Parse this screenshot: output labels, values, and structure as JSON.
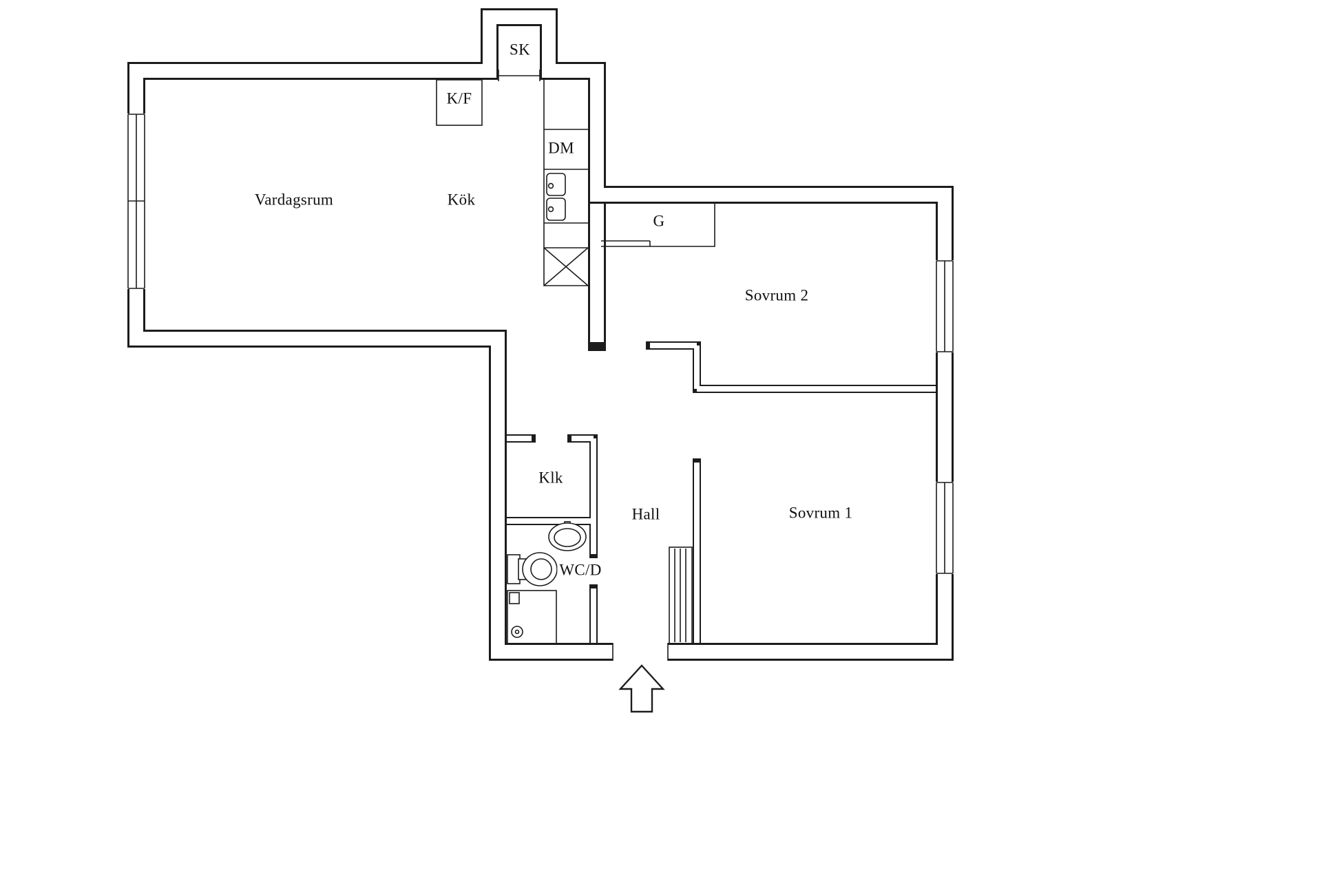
{
  "page": {
    "type": "apartment-floor-plan",
    "background": "#ffffff",
    "line_color": "#1c1c1c"
  },
  "floorplan": {
    "rooms": [
      {
        "name": "vardagsrum",
        "label": "Vardagsrum"
      },
      {
        "name": "kok",
        "label": "Kök"
      },
      {
        "name": "sovrum-2",
        "label": "Sovrum 2"
      },
      {
        "name": "sovrum-1",
        "label": "Sovrum 1"
      },
      {
        "name": "hall",
        "label": "Hall"
      },
      {
        "name": "klk",
        "label": "Klk"
      },
      {
        "name": "wc-d",
        "label": "WC/D"
      }
    ],
    "closets_appliances": [
      {
        "name": "sk-closet",
        "label": "SK"
      },
      {
        "name": "fridge-freezer",
        "label": "K/F"
      },
      {
        "name": "dishwasher",
        "label": "DM"
      },
      {
        "name": "wardrobe",
        "label": "G"
      }
    ],
    "symbols": [
      "kitchen-sink",
      "corner-cabinet",
      "toilet",
      "washbasin",
      "shower-washer",
      "radiator",
      "window",
      "entrance-arrow"
    ]
  }
}
